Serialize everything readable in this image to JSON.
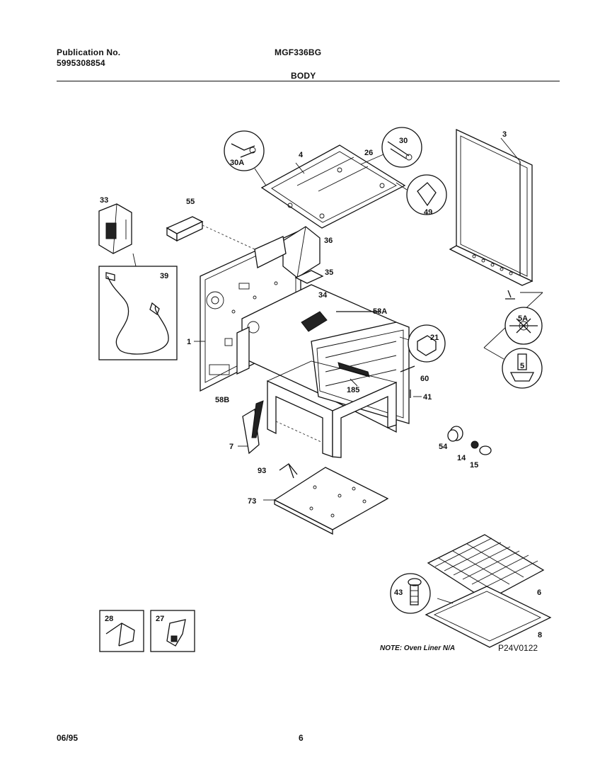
{
  "header": {
    "publication_label": "Publication No.",
    "publication_number": "5995308854",
    "model": "MGF336BG",
    "section": "BODY"
  },
  "footer": {
    "date": "06/95",
    "page": "6"
  },
  "note": "NOTE: Oven Liner N/A",
  "diagram_code": "P24V0122",
  "callouts": {
    "c1": "1",
    "c3": "3",
    "c4": "4",
    "c5": "5",
    "c5A": "5A",
    "c6": "6",
    "c7": "7",
    "c8": "8",
    "c14": "14",
    "c15": "15",
    "c21": "21",
    "c26": "26",
    "c27": "27",
    "c28": "28",
    "c30": "30",
    "c30A": "30A",
    "c33": "33",
    "c34": "34",
    "c35": "35",
    "c36": "36",
    "c39": "39",
    "c41": "41",
    "c43": "43",
    "c49": "49",
    "c54": "54",
    "c55": "55",
    "c58A": "58A",
    "c58B": "58B",
    "c60": "60",
    "c73": "73",
    "c93": "93",
    "c185": "185"
  }
}
